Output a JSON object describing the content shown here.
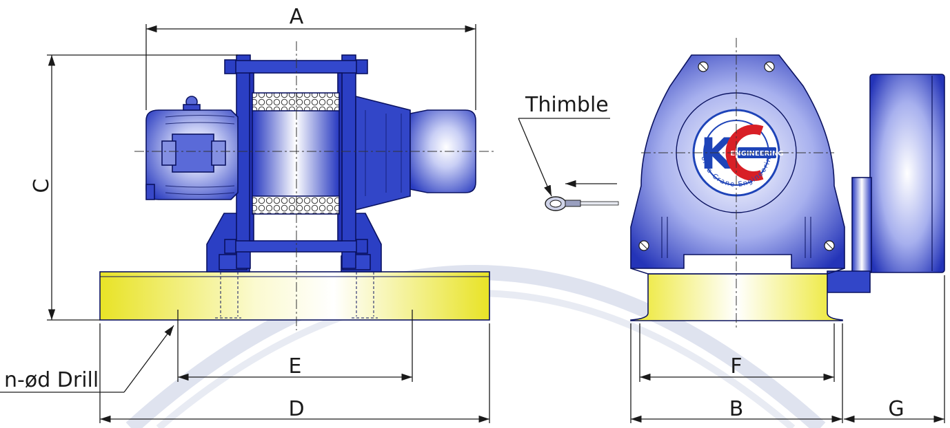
{
  "labels": {
    "thimble": "Thimble",
    "drill": "n-ød Drill"
  },
  "dimensions": {
    "A": "A",
    "B": "B",
    "C": "C",
    "D": "D",
    "E": "E",
    "F": "F",
    "G": "G"
  },
  "logo": {
    "initials": "KC",
    "word": "ENGINEERING",
    "ring_text": "Korea Crane Engineering"
  },
  "colors": {
    "body_blue": "#2b3fc4",
    "dark_blue": "#0a1260",
    "rail_yellow": "#f3f03a",
    "logo_red": "#d81f26",
    "logo_blue": "#1e44b8",
    "watermark": "#d9deec"
  }
}
